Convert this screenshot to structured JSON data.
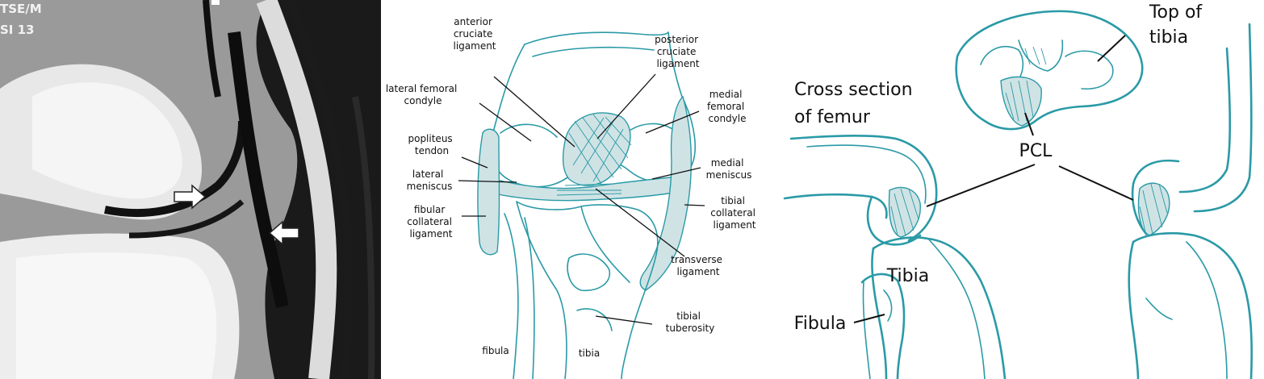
{
  "mri": {
    "sequence_label": "TSE/M",
    "slice_label": "SI 13"
  },
  "front_view": {
    "labels": {
      "acl": [
        "anterior",
        "cruciate",
        "ligament"
      ],
      "pcl": [
        "posterior",
        "cruciate",
        "ligament"
      ],
      "lateral_femoral_condyle": [
        "lateral femoral",
        "condyle"
      ],
      "medial_femoral_condyle": [
        "medial",
        "femoral",
        "condyle"
      ],
      "popliteus_tendon": [
        "popliteus",
        "tendon"
      ],
      "medial_meniscus": [
        "medial",
        "meniscus"
      ],
      "lateral_meniscus": [
        "lateral",
        "meniscus"
      ],
      "tibial_collateral_ligament": [
        "tibial",
        "collateral",
        "ligament"
      ],
      "fibular_collateral_ligament": [
        "fibular",
        "collateral",
        "ligament"
      ],
      "transverse_ligament": [
        "transverse",
        "ligament"
      ],
      "tibial_tuberosity": [
        "tibial",
        "tuberosity"
      ],
      "fibula": "fibula",
      "tibia": "tibia"
    }
  },
  "side_view": {
    "labels": {
      "top_of_tibia": [
        "Top of",
        "tibia"
      ],
      "cross_section_of_femur": [
        "Cross section",
        "of femur"
      ],
      "pcl": "PCL",
      "tibia": "Tibia",
      "fibula": "Fibula"
    }
  },
  "colors": {
    "anatomy_stroke": "#2a9aa6",
    "ligament_fill": "#cfe3e5",
    "label_text": "#111111"
  }
}
